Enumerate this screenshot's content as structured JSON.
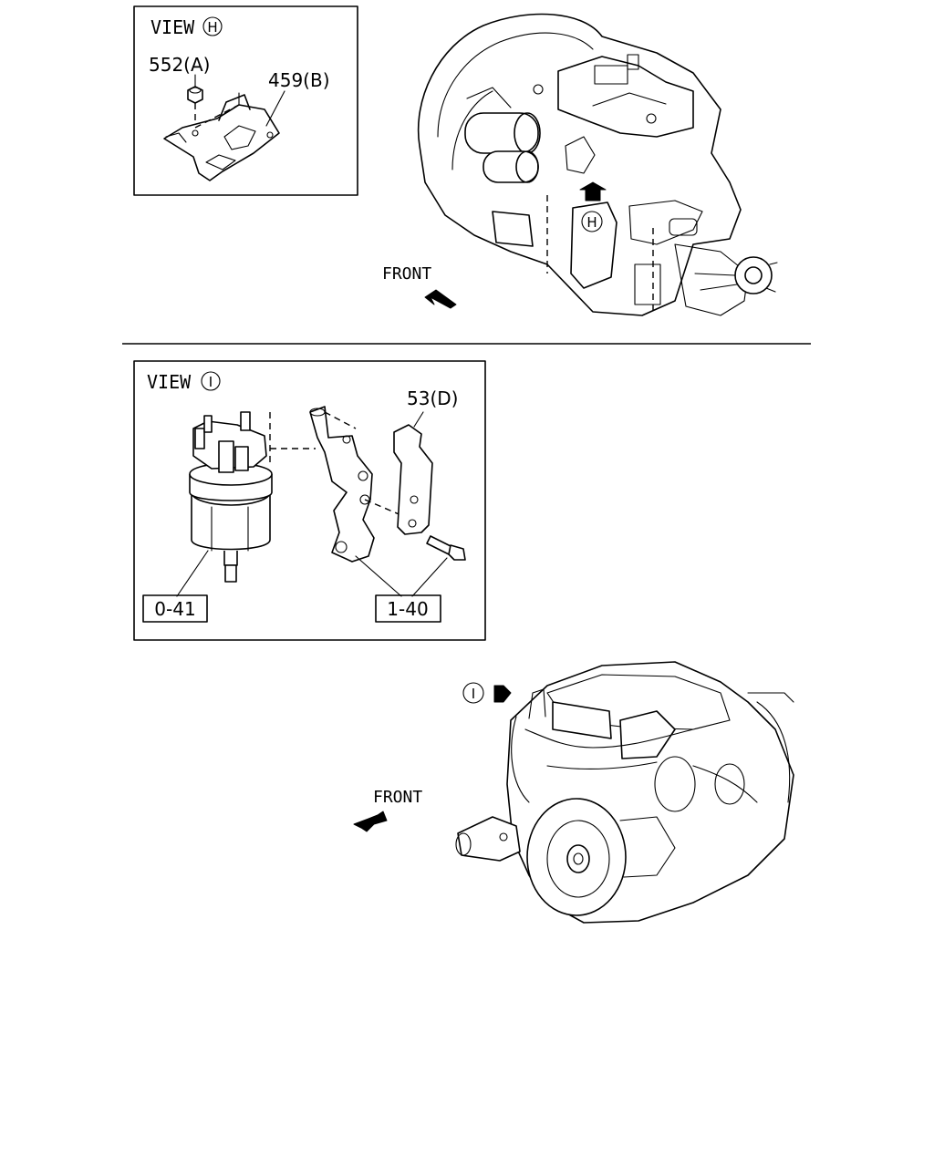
{
  "view_h": {
    "title": "VIEW",
    "marker": "H",
    "part_a": "552(A)",
    "part_b": "459(B)"
  },
  "view_i": {
    "title": "VIEW",
    "marker": "I",
    "part_d": "53(D)",
    "ref_left": "0-41",
    "ref_right": "1-40"
  },
  "transmission": {
    "front_label": "FRONT",
    "view_marker": "H"
  },
  "engine": {
    "front_label": "FRONT",
    "view_marker": "I"
  }
}
